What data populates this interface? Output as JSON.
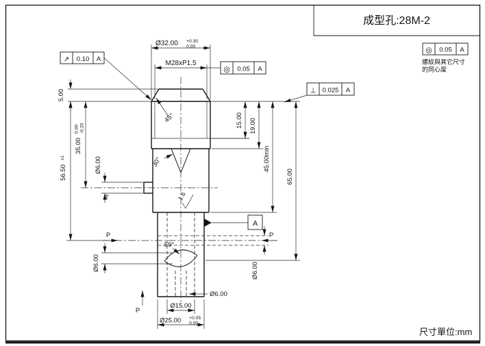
{
  "title_block": {
    "part_name": "成型孔:28M-2"
  },
  "footer": {
    "unit_label": "尺寸單位:mm"
  },
  "gdt_note": {
    "symbol": "◎",
    "tolerance": "0.05",
    "datum": "A",
    "caption_line1": "螺紋與其它尺寸",
    "caption_line2": "的同心度"
  },
  "fcf": {
    "runout": {
      "symbol": "↗",
      "tolerance": "0.10",
      "datum": "A"
    },
    "concentricity": {
      "symbol": "◎",
      "tolerance": "0.05",
      "datum": "A"
    },
    "perpendicularity": {
      "symbol": "⊥",
      "tolerance": "0.025",
      "datum": "A"
    }
  },
  "datum_flag": {
    "label": "A"
  },
  "dimensions": {
    "dia32": {
      "value": "Ø32.00",
      "tol_upper": "+0.30",
      "tol_lower": "0.00"
    },
    "thread": {
      "value": "M28xP1.5"
    },
    "len5": {
      "value": "5.00"
    },
    "len5650": {
      "value": "56.50",
      "tol": "±1"
    },
    "len35": {
      "value": "35.00",
      "tol_upper": "0.00",
      "tol_lower": "-0.20"
    },
    "dia6_side": {
      "value": "Ø6.00"
    },
    "chamfer45": {
      "value": "45°"
    },
    "angle30": {
      "value": "30°"
    },
    "roughness": {
      "value": "1.6"
    },
    "len15": {
      "value": "15.00"
    },
    "len19": {
      "value": "19.00"
    },
    "len45min": {
      "value": "45.00min"
    },
    "len65": {
      "value": "65.00"
    },
    "angle59": {
      "value": "59°"
    },
    "dia6_cross_left": {
      "value": "Ø6.00"
    },
    "dia6_cross_right": {
      "value": "Ø6.00"
    },
    "dia6_center": {
      "value": "Ø6.00"
    },
    "dia15": {
      "value": "Ø15.00"
    },
    "dia25": {
      "value": "Ø25.00",
      "tol_upper": "+0.05",
      "tol_lower": "0.00"
    }
  },
  "section_marks": {
    "p_left": "P",
    "p_right": "P",
    "p_bottom": "P",
    "t_label": "T"
  }
}
